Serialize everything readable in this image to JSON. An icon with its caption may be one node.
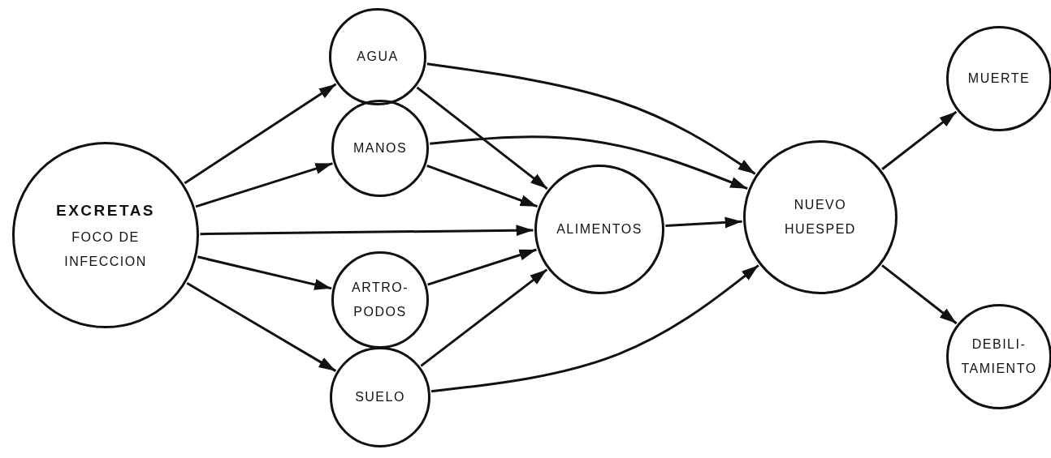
{
  "diagram": {
    "nodes": [
      {
        "text": [
          "EXCRETAS",
          "FOCO DE INFECCION"
        ]
      },
      {
        "text": [
          "AGUA"
        ]
      },
      {
        "text": [
          "MANOS"
        ]
      },
      {
        "text": [
          "ARTRO- PODOS"
        ]
      },
      {
        "text": [
          "SUELO"
        ]
      },
      {
        "text": [
          "ALIMENTOS"
        ]
      },
      {
        "text": [
          "NUEVO HUESPED"
        ]
      },
      {
        "text": [
          "MUERTE"
        ]
      },
      {
        "text": [
          "DEBILI- TAMIENTO"
        ]
      }
    ],
    "edges": [
      {
        "from": 0,
        "to": 1,
        "arrow": "to"
      },
      {
        "from": 0,
        "to": 2,
        "arrow": "to"
      },
      {
        "from": 0,
        "to": 5,
        "arrow": "to"
      },
      {
        "from": 0,
        "to": 3,
        "arrow": "to"
      },
      {
        "from": 0,
        "to": 4,
        "arrow": "to"
      },
      {
        "from": 1,
        "to": 5,
        "arrow": "to"
      },
      {
        "from": 1,
        "to": 6,
        "arrow": "to"
      },
      {
        "from": 2,
        "to": 6,
        "arrow": "to"
      },
      {
        "from": 2,
        "to": 5,
        "arrow": "to"
      },
      {
        "from": 3,
        "to": 5,
        "arrow": "to"
      },
      {
        "from": 4,
        "to": 5,
        "arrow": "to"
      },
      {
        "from": 4,
        "to": 6,
        "arrow": "to"
      },
      {
        "from": 5,
        "to": 6,
        "arrow": "to"
      },
      {
        "from": 6,
        "to": 7,
        "arrow": "to"
      },
      {
        "from": 6,
        "to": 8,
        "arrow": "to"
      }
    ]
  }
}
